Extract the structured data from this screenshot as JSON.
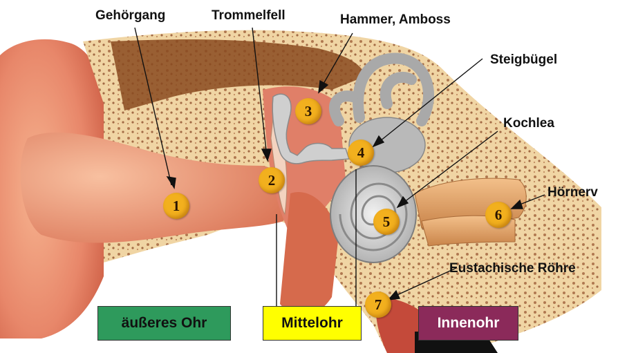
{
  "labels": {
    "gehoergang": "Gehörgang",
    "trommelfell": "Trommelfell",
    "hammer_amboss": "Hammer, Amboss",
    "steigbuegel": "Steigbügel",
    "kochlea": "Kochlea",
    "hoernerv": "Hörnerv",
    "eustachische_roehre": "Eustachische Röhre"
  },
  "markers": [
    "1",
    "2",
    "3",
    "4",
    "5",
    "6",
    "7"
  ],
  "regions": {
    "outer_ear": "äußeres Ohr",
    "middle_ear": "Mittelohr",
    "inner_ear": "Innenohr"
  },
  "colors": {
    "outer_ear": "#2e9a5c",
    "middle_ear": "#ffff00",
    "inner_ear": "#8b2a5a",
    "marker": "#f2b01e"
  }
}
